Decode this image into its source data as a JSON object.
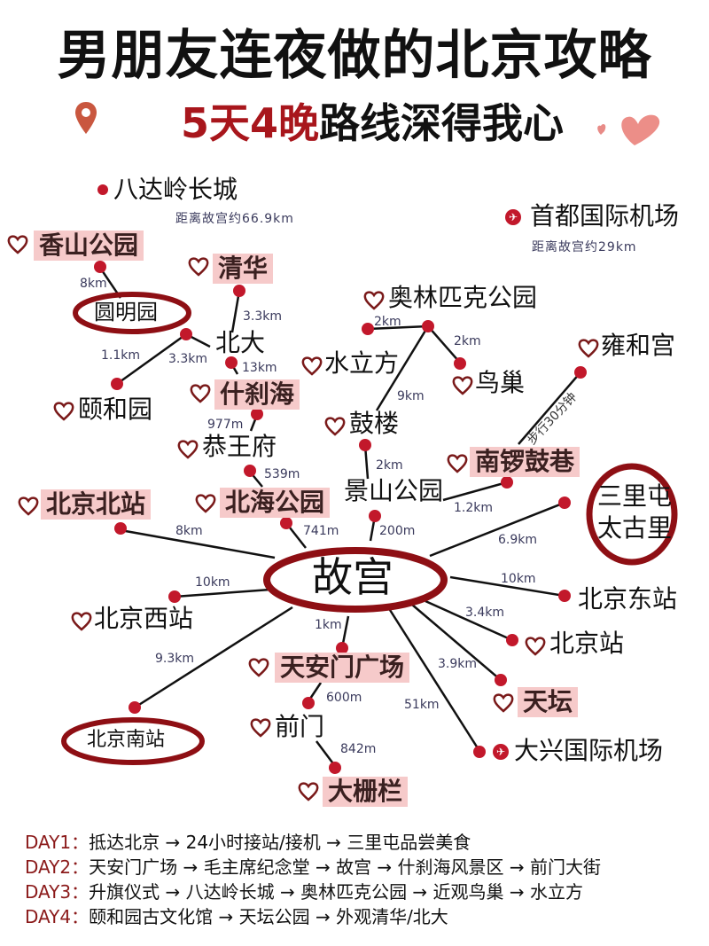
{
  "header": {
    "title": "男朋友连夜做的北京攻略",
    "subtitle_red": "5天4晚",
    "subtitle_black": "路线深得我心",
    "pin_icon": "location-pin-icon",
    "hearts_icon": "pink-hearts-icon"
  },
  "colors": {
    "accent_red": "#a8161c",
    "dot_red": "#c2182b",
    "highlight_pink": "#f6caca",
    "heart_outline": "#7a1a1a",
    "ellipse_red": "#8e0f14",
    "distance_text": "#3a3a5c"
  },
  "places": {
    "badaling": "八达岭长城",
    "badaling_note": "距离故宫约66.9km",
    "capital_airport": "首都国际机场",
    "capital_airport_note": "距离故宫约29km",
    "xiangshan": "香山公园",
    "qinghua": "清华",
    "yuanmingyuan": "圆明园",
    "beida": "北大",
    "yiheyuan": "颐和园",
    "shichahai": "什刹海",
    "gongwangfu": "恭王府",
    "beihai": "北海公园",
    "olympic": "奥林匹克公园",
    "shuilifang": "水立方",
    "niaochao": "鸟巢",
    "gulou": "鼓楼",
    "jingshan": "景山公园",
    "yonghegong": "雍和宫",
    "nanluoguxiang": "南锣鼓巷",
    "sanlitun_1": "三里屯",
    "sanlitun_2": "太古里",
    "beijing_north": "北京北站",
    "gugong": "故宫",
    "beijing_east": "北京东站",
    "beijing_west": "北京西站",
    "beijing_station": "北京站",
    "tiananmen": "天安门广场",
    "tiantan": "天坛",
    "qianmen": "前门",
    "beijing_south": "北京南站",
    "dashilan": "大栅栏",
    "daxing_airport": "大兴国际机场"
  },
  "distances": {
    "xiangshan_yuanmingyuan": "8km",
    "qinghua_beida": "3.3km",
    "yuanmingyuan_yiheyuan": "1.1km",
    "yuanmingyuan_beida": "3.3km",
    "beida_shichahai": "13km",
    "shichahai_gongwangfu": "977m",
    "gongwangfu_beihai": "539m",
    "olympic_shuilifang": "2km",
    "olympic_niaochao": "2km",
    "olympic_gulou": "9km",
    "gulou_jingshan": "2km",
    "nanluogu_yonghegong": "步行30分钟",
    "jingshan_nanluogu": "1.2km",
    "beijing_north_gugong": "8km",
    "beihai_gugong": "741m",
    "jingshan_gugong": "200m",
    "sanlitun_gugong": "6.9km",
    "west_gugong": "10km",
    "east_gugong": "10km",
    "station_gugong": "3.4km",
    "tiananmen_gugong": "1km",
    "south_gugong": "9.3km",
    "tiantan_gugong": "3.9km",
    "daxing_gugong": "51km",
    "tiananmen_qianmen": "600m",
    "qianmen_dashilan": "842m"
  },
  "itinerary": [
    {
      "day": "DAY1：",
      "route": "抵达北京 → 24小时接站/接机 → 三里屯品尝美食"
    },
    {
      "day": "DAY2：",
      "route": "天安门广场 → 毛主席纪念堂 → 故宫 → 什刹海风景区 → 前门大街"
    },
    {
      "day": "DAY3：",
      "route": "升旗仪式 → 八达岭长城 → 奥林匹克公园 → 近观鸟巢 → 水立方"
    },
    {
      "day": "DAY4：",
      "route": "颐和园古文化馆 → 天坛公园 → 外观清华/北大"
    }
  ]
}
